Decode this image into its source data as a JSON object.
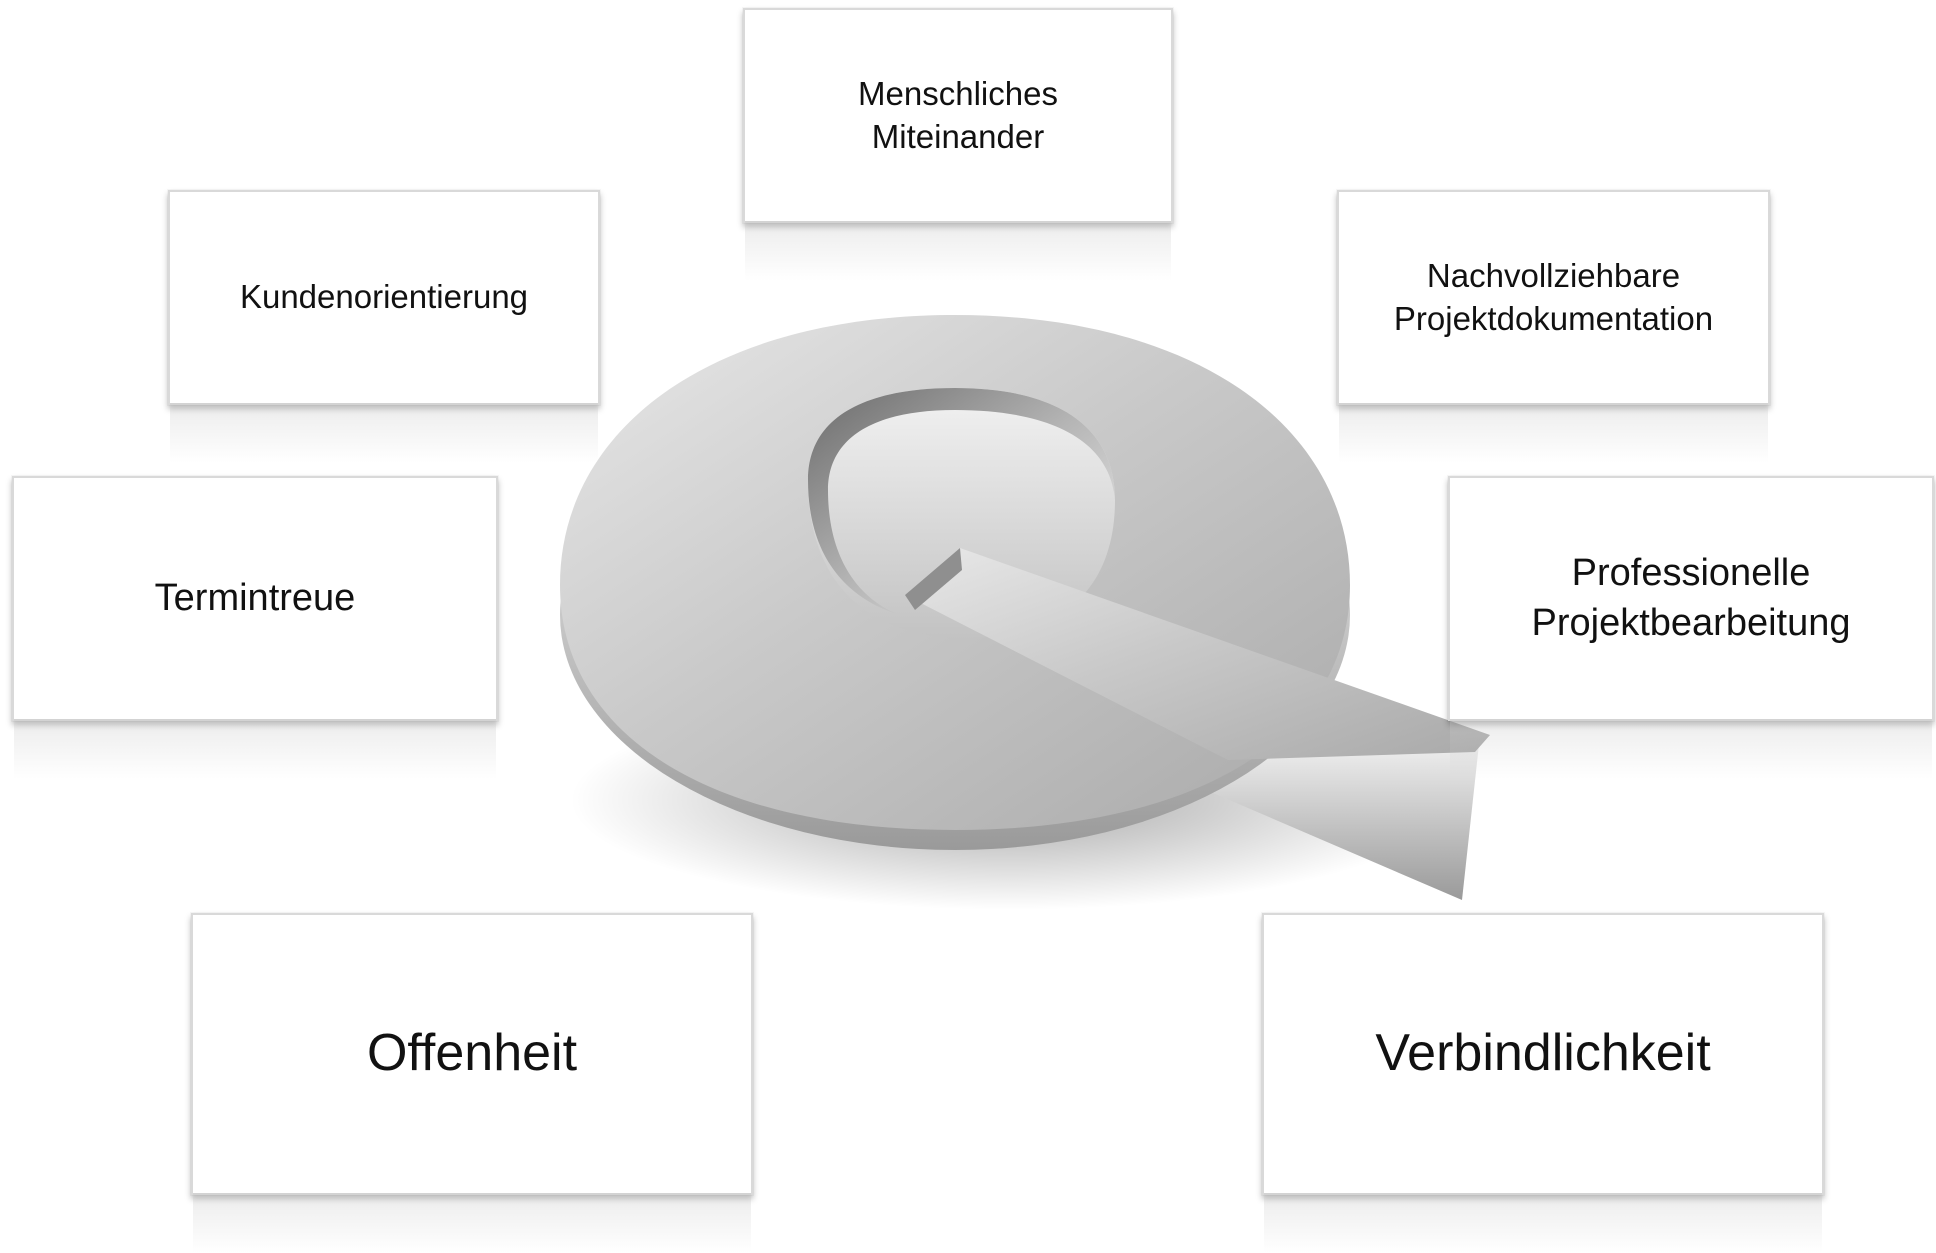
{
  "diagram": {
    "center_symbol": {
      "letter": "Q",
      "icon": "3d-letter-q-icon",
      "color": "#cfcfcf"
    },
    "boxes": {
      "top_center": "Menschliches\nMiteinander",
      "upper_left": "Kundenorientierung",
      "upper_right": "Nachvollziehbare\nProjektdokumentation",
      "middle_left": "Termintreue",
      "middle_right": "Professionelle\nProjektbearbeitung",
      "bottom_left": "Offenheit",
      "bottom_right": "Verbindlichkeit"
    }
  }
}
